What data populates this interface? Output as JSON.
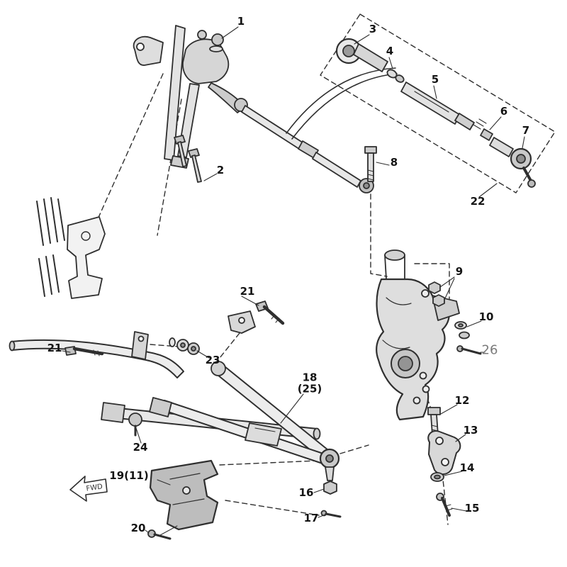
{
  "diagram": {
    "direction_arrow": {
      "label": "FWD"
    },
    "colors": {
      "line": "#2f2f2f",
      "label": "#141414",
      "muted_label": "#7a7a7a"
    },
    "callouts": [
      {
        "id": "1",
        "text": "1"
      },
      {
        "id": "2",
        "text": "2"
      },
      {
        "id": "3",
        "text": "3"
      },
      {
        "id": "4",
        "text": "4"
      },
      {
        "id": "5",
        "text": "5"
      },
      {
        "id": "6",
        "text": "6"
      },
      {
        "id": "7",
        "text": "7"
      },
      {
        "id": "8",
        "text": "8"
      },
      {
        "id": "9",
        "text": "9"
      },
      {
        "id": "10",
        "text": "10"
      },
      {
        "id": "12",
        "text": "12"
      },
      {
        "id": "13",
        "text": "13"
      },
      {
        "id": "14",
        "text": "14"
      },
      {
        "id": "15",
        "text": "15"
      },
      {
        "id": "16",
        "text": "16"
      },
      {
        "id": "17",
        "text": "17"
      },
      {
        "id": "18-25",
        "text": "18",
        "text2": "(25)"
      },
      {
        "id": "19-11",
        "text": "19(11)"
      },
      {
        "id": "20",
        "text": "20"
      },
      {
        "id": "21-upper",
        "text": "21"
      },
      {
        "id": "21-left",
        "text": "21"
      },
      {
        "id": "22",
        "text": "22"
      },
      {
        "id": "23",
        "text": "23"
      },
      {
        "id": "24",
        "text": "24"
      },
      {
        "id": "26",
        "text": "26"
      }
    ]
  }
}
